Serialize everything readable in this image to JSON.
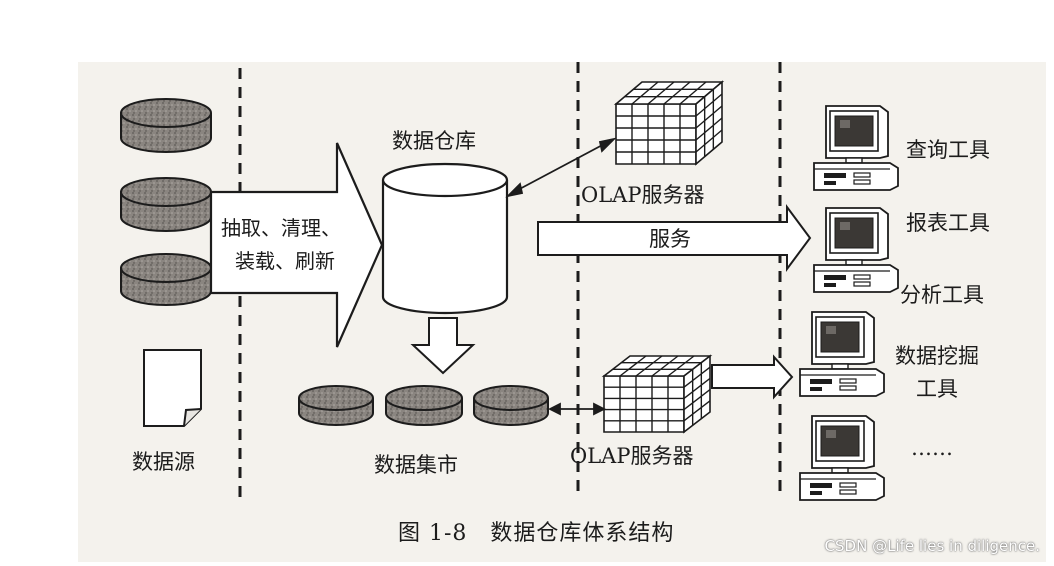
{
  "labels": {
    "data_source": "数据源",
    "etl_line1": "抽取、清理、",
    "etl_line2": "装载、刷新",
    "warehouse": "数据仓库",
    "data_mart": "数据集市",
    "olap_top": "OLAP服务器",
    "olap_bottom": "OLAP服务器",
    "service": "服务",
    "tool_query": "查询工具",
    "tool_report": "报表工具",
    "tool_analysis": "分析工具",
    "tool_mining_line1": "数据挖掘",
    "tool_mining_line2": "工具",
    "tool_more": "……"
  },
  "caption": "图 1-8　数据仓库体系结构",
  "watermark": "CSDN @Life lies in diligence.",
  "colors": {
    "ink": "#1c1c1c",
    "paper": "#f4f2ed",
    "disk": "#8a8580"
  }
}
